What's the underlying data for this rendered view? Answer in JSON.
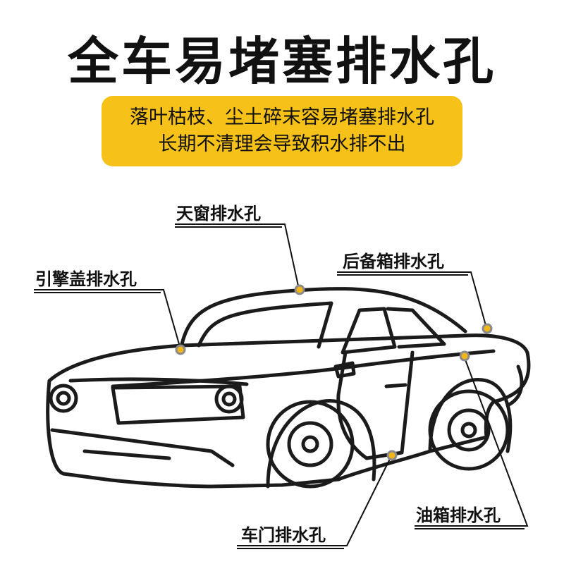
{
  "title": "全车易堵塞排水孔",
  "banner": {
    "line1": "落叶枯枝、尘土碎末容易堵塞排水孔",
    "line2": "长期不清理会导致积水排不出"
  },
  "labels": {
    "sunroof": "天窗排水孔",
    "hood": "引擎盖排水孔",
    "trunk": "后备箱排水孔",
    "fuel": "油箱排水孔",
    "door": "车门排水孔"
  },
  "colors": {
    "accent": "#f6c118",
    "text": "#111111",
    "dot": "#f2b51a"
  }
}
